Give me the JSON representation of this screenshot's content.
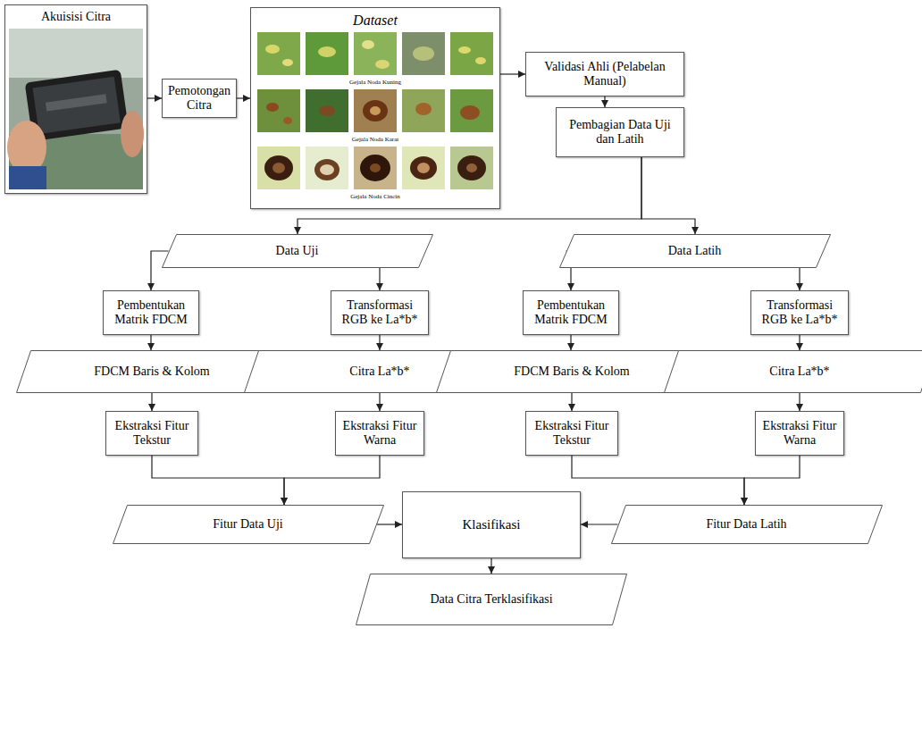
{
  "diagram": {
    "nodes": [
      {
        "text": [
          "Akuisisi Citra"
        ]
      },
      {
        "text": [
          "Pemotongan Citra"
        ]
      },
      {
        "text": [
          "Dataset",
          "Gejala Noda Kuning",
          "Gejala Noda Karat",
          "Gejala Noda Cincin"
        ]
      },
      {
        "text": [
          "Validasi Ahli (Pelabelan Manual)"
        ]
      },
      {
        "text": [
          "Pembagian Data Uji dan Latih"
        ]
      },
      {
        "text": [
          "Data Uji"
        ]
      },
      {
        "text": [
          "Data Latih"
        ]
      },
      {
        "text": [
          "Pembentukan Matrik FDCM"
        ]
      },
      {
        "text": [
          "Transformasi RGB ke La*b*"
        ]
      },
      {
        "text": [
          "Pembentukan Matrik FDCM"
        ]
      },
      {
        "text": [
          "Transformasi RGB ke La*b*"
        ]
      },
      {
        "text": [
          "FDCM Baris & Kolom"
        ]
      },
      {
        "text": [
          "Citra La*b*"
        ]
      },
      {
        "text": [
          "FDCM Baris & Kolom"
        ]
      },
      {
        "text": [
          "Citra La*b*"
        ]
      },
      {
        "text": [
          "Ekstraksi Fitur Tekstur"
        ]
      },
      {
        "text": [
          "Ekstraksi Fitur Warna"
        ]
      },
      {
        "text": [
          "Ekstraksi Fitur Tekstur"
        ]
      },
      {
        "text": [
          "Ekstraksi Fitur Warna"
        ]
      },
      {
        "text": [
          "Fitur Data Uji"
        ]
      },
      {
        "text": [
          "Klasifikasi"
        ]
      },
      {
        "text": [
          "Fitur Data Latih"
        ]
      },
      {
        "text": [
          "Data Citra Terklasifikasi"
        ]
      }
    ],
    "edges": [
      {
        "from": 0,
        "to": 1,
        "arrow": "to"
      },
      {
        "from": 1,
        "to": 2,
        "arrow": "to"
      },
      {
        "from": 2,
        "to": 3,
        "arrow": "to"
      },
      {
        "from": 3,
        "to": 4,
        "arrow": "to"
      },
      {
        "from": 4,
        "to": 5,
        "arrow": "to"
      },
      {
        "from": 4,
        "to": 6,
        "arrow": "to"
      },
      {
        "from": 5,
        "to": 7,
        "arrow": "to"
      },
      {
        "from": 5,
        "to": 8,
        "arrow": "to"
      },
      {
        "from": 6,
        "to": 9,
        "arrow": "to"
      },
      {
        "from": 6,
        "to": 10,
        "arrow": "to"
      },
      {
        "from": 7,
        "to": 11,
        "arrow": "to"
      },
      {
        "from": 8,
        "to": 12,
        "arrow": "to"
      },
      {
        "from": 9,
        "to": 13,
        "arrow": "to"
      },
      {
        "from": 10,
        "to": 14,
        "arrow": "to"
      },
      {
        "from": 11,
        "to": 15,
        "arrow": "to"
      },
      {
        "from": 12,
        "to": 16,
        "arrow": "to"
      },
      {
        "from": 13,
        "to": 17,
        "arrow": "to"
      },
      {
        "from": 14,
        "to": 18,
        "arrow": "to"
      },
      {
        "from": 15,
        "to": 19,
        "arrow": "to"
      },
      {
        "from": 16,
        "to": 19,
        "arrow": "to"
      },
      {
        "from": 17,
        "to": 21,
        "arrow": "to"
      },
      {
        "from": 18,
        "to": 21,
        "arrow": "to"
      },
      {
        "from": 19,
        "to": 20,
        "arrow": "to"
      },
      {
        "from": 21,
        "to": 20,
        "arrow": "to"
      },
      {
        "from": 20,
        "to": 22,
        "arrow": "to"
      }
    ]
  }
}
